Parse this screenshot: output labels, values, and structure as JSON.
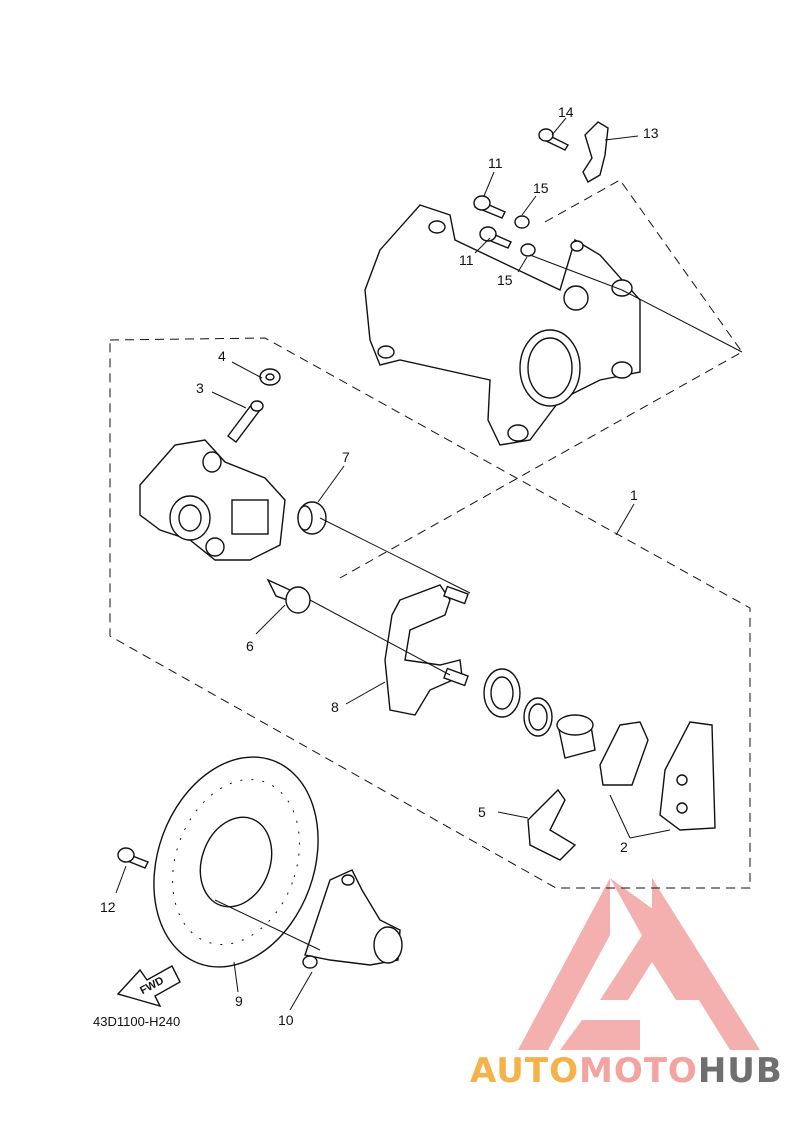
{
  "diagram": {
    "code": "43D1100-H240",
    "fwd_label": "FWD",
    "callouts": [
      "1",
      "2",
      "3",
      "4",
      "5",
      "6",
      "7",
      "8",
      "9",
      "10",
      "11",
      "11",
      "12",
      "13",
      "14",
      "15",
      "15"
    ]
  },
  "watermark": {
    "part1": "AUTO",
    "part2": "MOTO",
    "part3": "HUB",
    "colors": {
      "auto": "#f6b24a",
      "moto": "#f3a3a0",
      "hub": "#6f6f6f",
      "logo": "#f18e88"
    }
  }
}
